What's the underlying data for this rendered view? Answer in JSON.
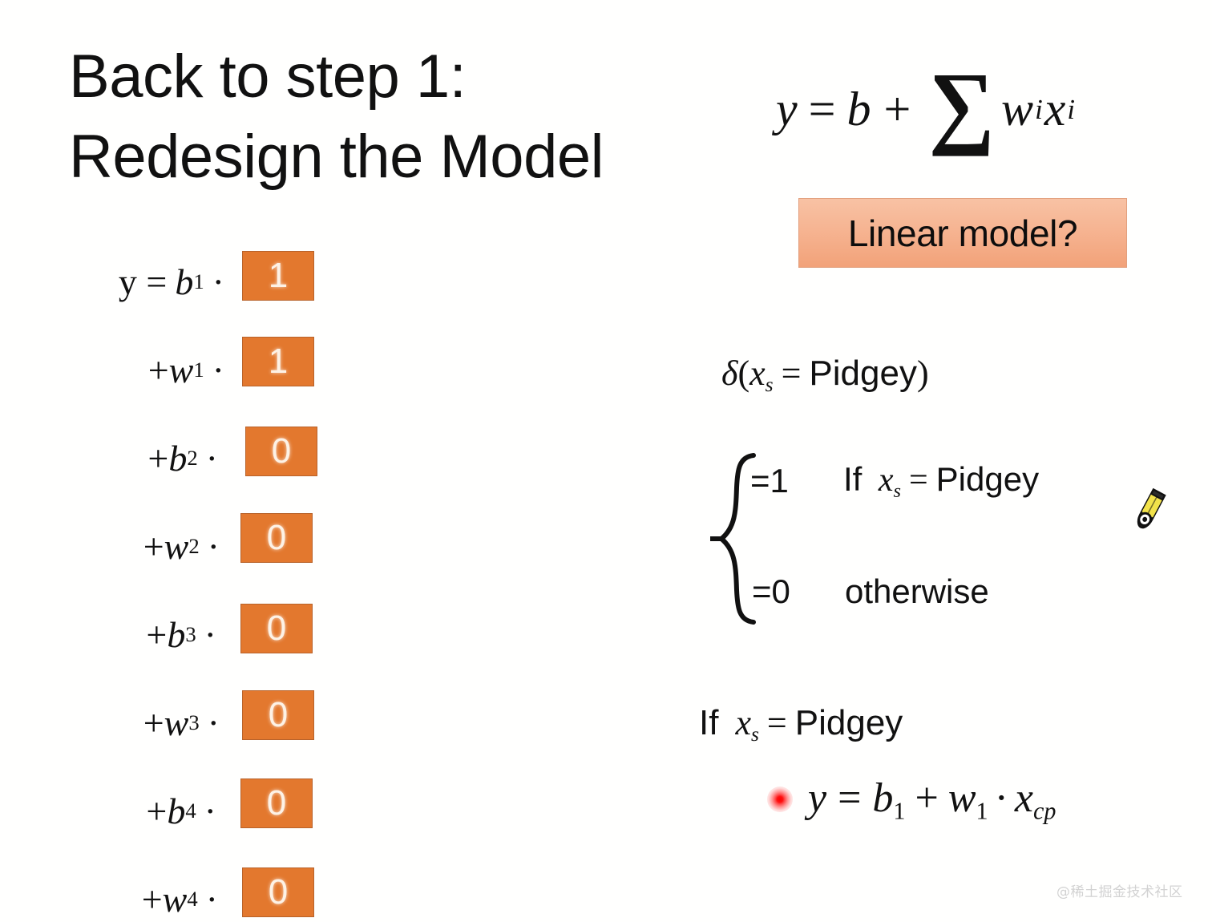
{
  "slide": {
    "title": "Back to step 1:\nRedesign the Model",
    "background_color": "#ffffff"
  },
  "top_formula": {
    "y": "y",
    "equals": "=",
    "b": "b",
    "plus": "+",
    "sigma": "∑",
    "w": "w",
    "w_sub": "i",
    "x": "x",
    "x_sub": "i",
    "full_text": "y = b + ∑ wᵢxᵢ"
  },
  "linear_box": {
    "label": "Linear model?",
    "fill_color": "#f6b492",
    "border_color": "#e2a07e",
    "text_color": "#0d0d0d"
  },
  "equation_rows": [
    {
      "prefix": "y =",
      "coef": "b",
      "coef_sub": "1",
      "operator": "·",
      "value": "1"
    },
    {
      "prefix": "+",
      "coef": "w",
      "coef_sub": "1",
      "operator": "·",
      "value": "1"
    },
    {
      "prefix": "+",
      "coef": "b",
      "coef_sub": "2",
      "operator": "·",
      "value": "0"
    },
    {
      "prefix": "+",
      "coef": "w",
      "coef_sub": "2",
      "operator": "·",
      "value": "0"
    },
    {
      "prefix": "+",
      "coef": "b",
      "coef_sub": "3",
      "operator": "·",
      "value": "0"
    },
    {
      "prefix": "+",
      "coef": "w",
      "coef_sub": "3",
      "operator": "·",
      "value": "0"
    },
    {
      "prefix": "+",
      "coef": "b",
      "coef_sub": "4",
      "operator": "·",
      "value": "0"
    },
    {
      "prefix": "+",
      "coef": "w",
      "coef_sub": "4",
      "operator": "·",
      "value": "0"
    }
  ],
  "value_box": {
    "fill_color": "#e3782e",
    "border_color": "#b8622a",
    "text_color": "#fdf2e6"
  },
  "delta_definition": {
    "delta": "δ",
    "open": "(",
    "x": "x",
    "x_sub": "s",
    "equals": "=",
    "target": "Pidgey",
    "close": ")",
    "full_text": "δ(xₛ = Pidgey)"
  },
  "piecewise": {
    "case_1_value": "=1",
    "case_1_condition_if": "If",
    "case_1_condition_x": "x",
    "case_1_condition_x_sub": "s",
    "case_1_condition_eq": "=",
    "case_1_condition_target": "Pidgey",
    "case_2_value": "=0",
    "case_2_condition": "otherwise"
  },
  "bottom_block": {
    "if_label": "If",
    "if_x": "x",
    "if_x_sub": "s",
    "if_eq": "=",
    "if_target": "Pidgey",
    "result_y": "y",
    "result_eq": "=",
    "result_b": "b",
    "result_b_sub": "1",
    "result_plus": "+",
    "result_w": "w",
    "result_w_sub": "1",
    "result_dot": "·",
    "result_x": "x",
    "result_x_sub": "cp",
    "full_text": "y = b₁ + w₁ · x_cp",
    "laser_color": "#ff0000"
  },
  "watermark": {
    "text": "@稀土掘金技术社区"
  },
  "cursor": {
    "type": "pencil-pen-tool"
  }
}
